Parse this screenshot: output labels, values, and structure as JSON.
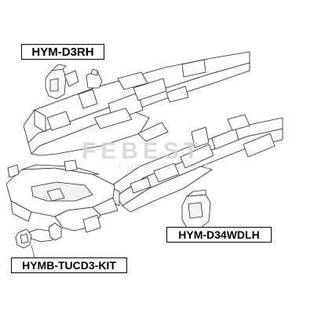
{
  "callouts": {
    "top": "HYM-D3RH",
    "right": "HYM-D34WDLH",
    "bottom": "HYMB-TUCD3-KIT"
  },
  "watermark": {
    "brand": "FEBEST",
    "tagline": "AUTOMOTIVE"
  },
  "colors": {
    "line": "#222222",
    "fill": "#ffffff",
    "watermark": "#d4d4d4"
  }
}
